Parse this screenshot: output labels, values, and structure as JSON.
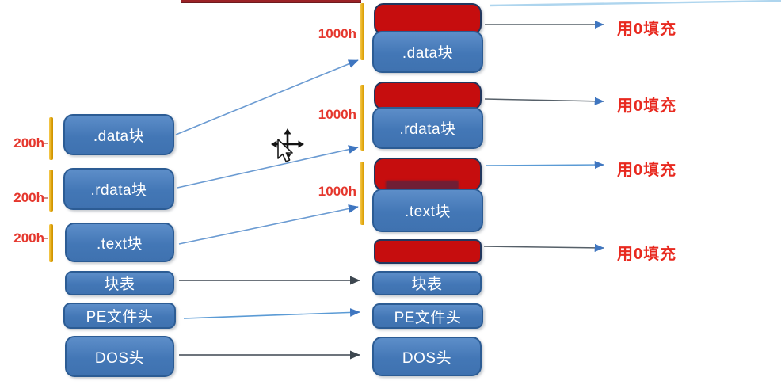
{
  "file_layout": {
    "sections": [
      {
        "label": ".data块",
        "size_label": "200h"
      },
      {
        "label": ".rdata块",
        "size_label": "200h"
      },
      {
        "label": ".text块",
        "size_label": "200h"
      },
      {
        "label": "块表"
      },
      {
        "label": "PE文件头"
      },
      {
        "label": "DOS头"
      }
    ]
  },
  "memory_layout": {
    "sections": [
      {
        "label": ".data块",
        "size_label": "1000h",
        "fill_note": "用0填充"
      },
      {
        "label": ".rdata块",
        "size_label": "1000h",
        "fill_note": "用0填充"
      },
      {
        "label": ".text块",
        "size_label": "1000h",
        "fill_note": "用0填充"
      },
      {
        "fill_note": "用0填充"
      },
      {
        "label": "块表"
      },
      {
        "label": "PE文件头"
      },
      {
        "label": "DOS头"
      }
    ]
  },
  "colors": {
    "section_blue": "#4377b6",
    "section_border": "#2c5c94",
    "padding_red": "#c60d0e",
    "padding_border": "#22375e",
    "bracket_yellow": "#e2a70e",
    "label_red": "#e8291f",
    "arrow_blue": "#5b9bd5",
    "arrow_dark": "#3d4750"
  }
}
